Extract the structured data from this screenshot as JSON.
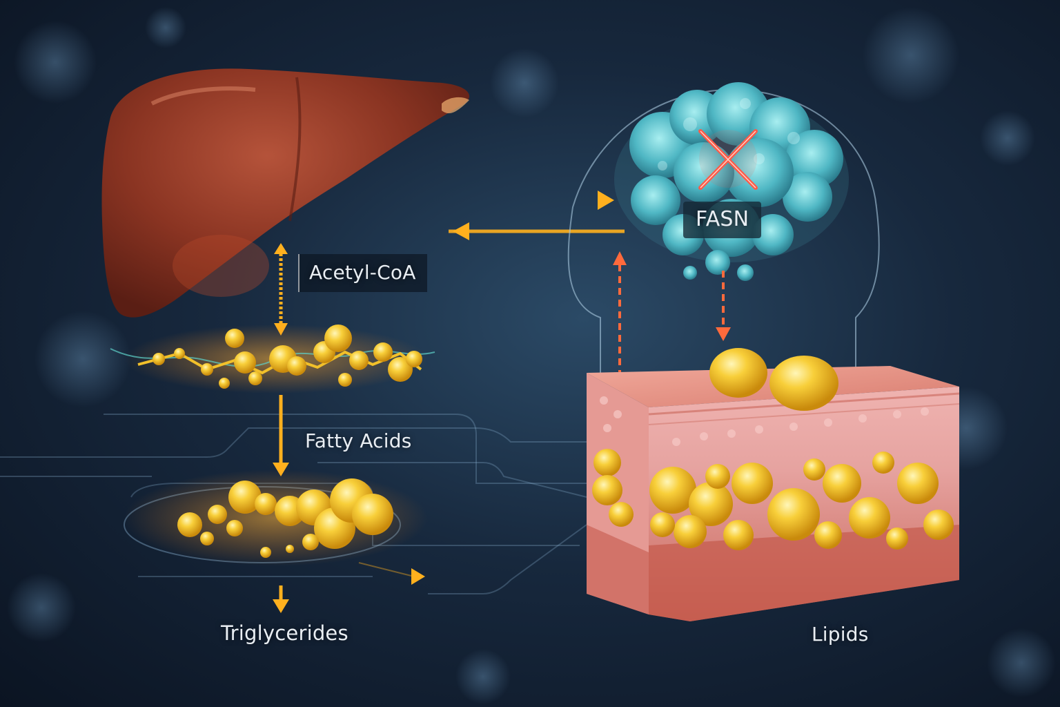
{
  "labels": {
    "acetyl_coa": "Acetyl-CoA",
    "fatty_acids": "Fatty Acids",
    "triglycerides": "Triglycerides",
    "fasn": "FASN",
    "lipids": "Lipids"
  },
  "colors": {
    "background": "#15263a",
    "liver": "#8e3a26",
    "fat_globule": "#f5c21c",
    "fasn_protein": "#5fc7cf",
    "arrow": "#ffb01e",
    "inhibition_x": "#ff5a48",
    "dashed_arrow": "#ff6a3c",
    "tissue": "#e48f84"
  },
  "icons": {
    "inhibition": "x-mark-icon"
  }
}
